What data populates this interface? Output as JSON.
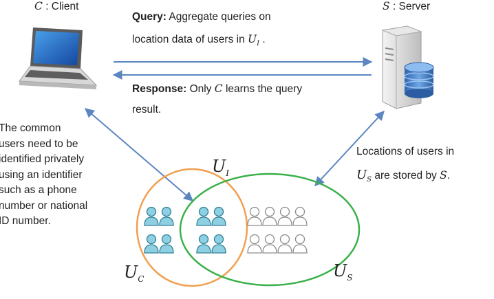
{
  "client": {
    "symbol": "C",
    "label": ": Client"
  },
  "server": {
    "symbol": "S",
    "label": ": Server"
  },
  "query": {
    "heading": "Query:",
    "line1": "Aggregate queries on",
    "line2": "location data of users in",
    "set": "U",
    "set_sub": "I",
    "end": "."
  },
  "response": {
    "heading": "Response:",
    "before": "Only",
    "symbol": "C",
    "after": "learns the query",
    "line2": "result."
  },
  "common_note": {
    "lines": [
      "The common",
      "users need to be",
      "identified privately",
      "using an identifier",
      "such as a phone",
      "number or national",
      "ID number."
    ]
  },
  "server_note": {
    "line1": "Locations of users in",
    "set": "U",
    "set_sub": "S",
    "middle": "are stored by",
    "symbol": "S",
    "end": "."
  },
  "sets": {
    "intersection": {
      "letter": "U",
      "sub": "I"
    },
    "client_set": {
      "letter": "U",
      "sub": "C"
    },
    "server_set": {
      "letter": "U",
      "sub": "S"
    }
  },
  "colors": {
    "arrow": "#5b86c2",
    "client_circle": "#f0a050",
    "server_circle": "#3ab04a",
    "user_fill": "#8ed0e2",
    "user_outline": "#8a8a8a"
  },
  "icons": {
    "client": "laptop-icon",
    "server": "server-database-icon",
    "users": "user-group-icon"
  }
}
